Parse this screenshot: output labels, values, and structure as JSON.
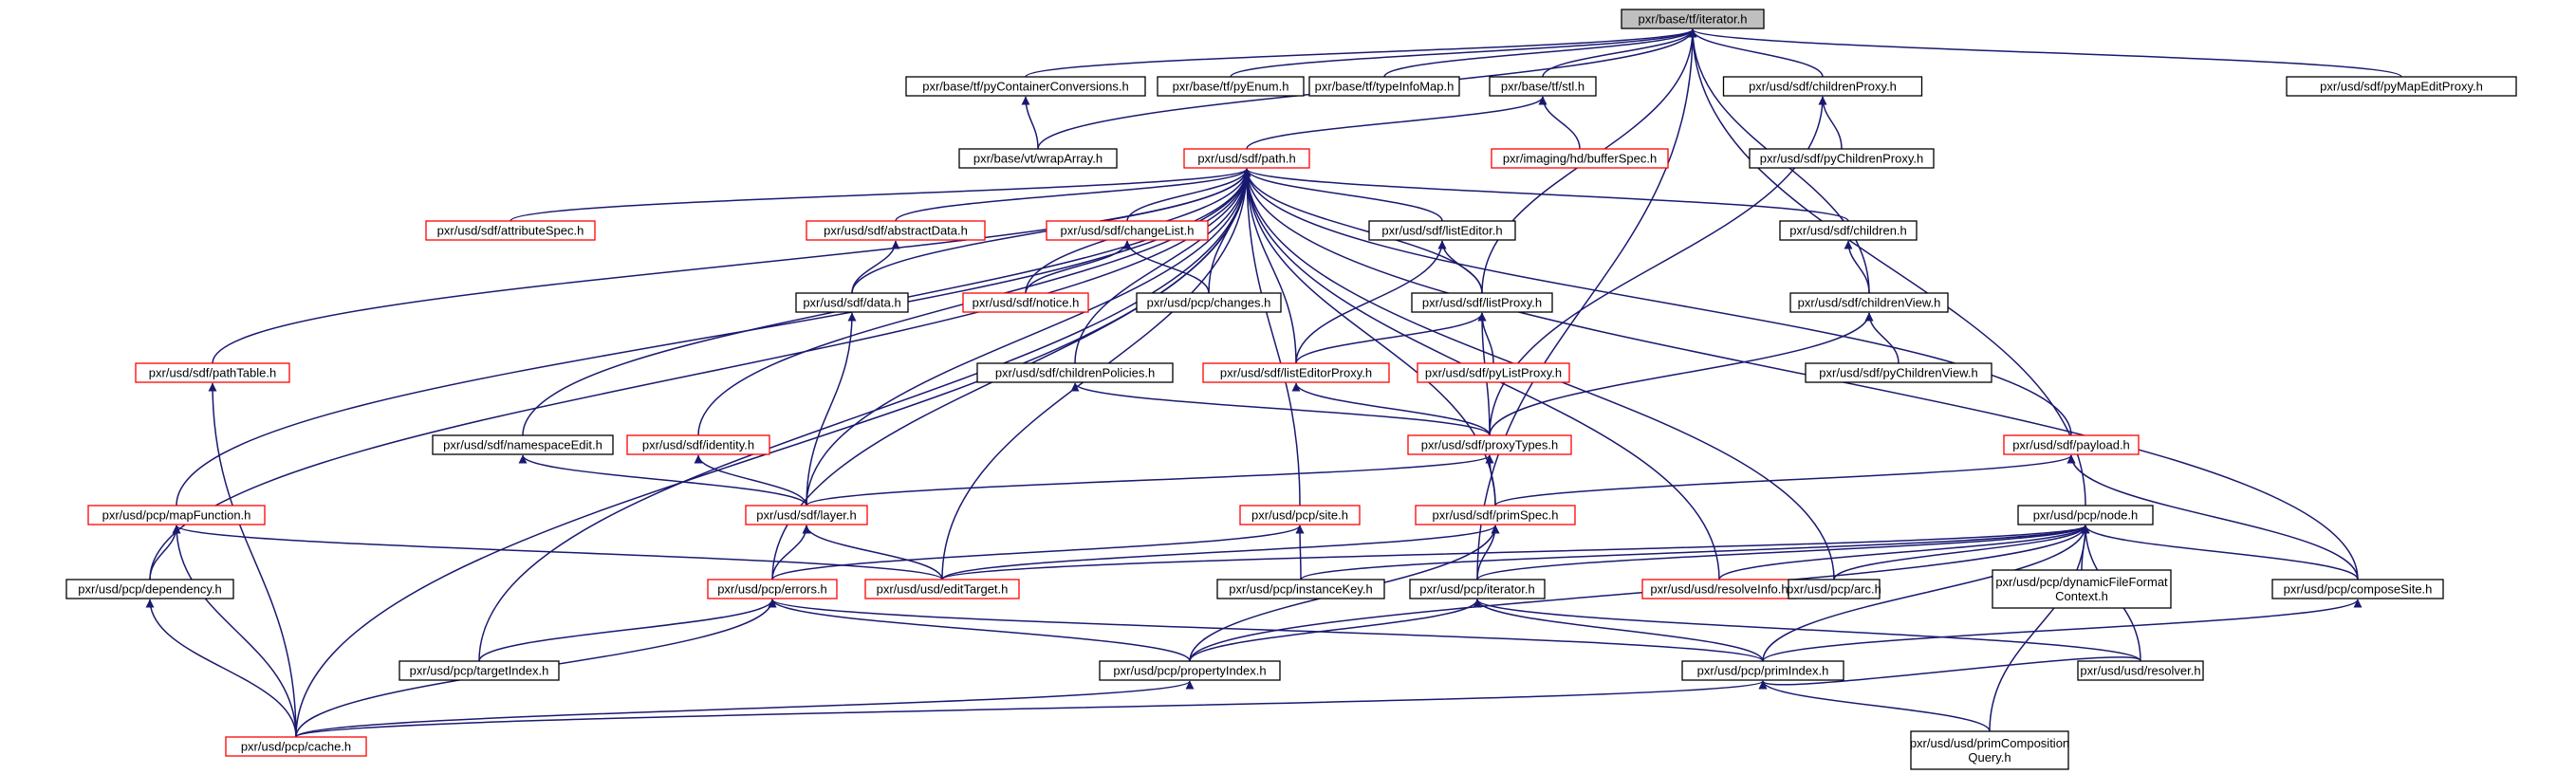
{
  "diagram": {
    "colors": {
      "edge": "#191970",
      "normal_border": "#000000",
      "red_border": "#ff0000",
      "root_fill": "#bfbfbf"
    },
    "nodes": [
      {
        "id": "iterator",
        "label": [
          "pxr/base/tf/iterator.h"
        ],
        "style": "root"
      },
      {
        "id": "pyContainerConversions",
        "label": [
          "pxr/base/tf/pyContainerConversions.h"
        ],
        "style": "normal"
      },
      {
        "id": "pyEnum",
        "label": [
          "pxr/base/tf/pyEnum.h"
        ],
        "style": "normal"
      },
      {
        "id": "typeInfoMap",
        "label": [
          "pxr/base/tf/typeInfoMap.h"
        ],
        "style": "normal"
      },
      {
        "id": "stl",
        "label": [
          "pxr/base/tf/stl.h"
        ],
        "style": "normal"
      },
      {
        "id": "childrenProxy",
        "label": [
          "pxr/usd/sdf/childrenProxy.h"
        ],
        "style": "normal"
      },
      {
        "id": "pyMapEditProxy",
        "label": [
          "pxr/usd/sdf/pyMapEditProxy.h"
        ],
        "style": "normal"
      },
      {
        "id": "wrapArray",
        "label": [
          "pxr/base/vt/wrapArray.h"
        ],
        "style": "normal"
      },
      {
        "id": "bufferSpec",
        "label": [
          "pxr/imaging/hd/bufferSpec.h"
        ],
        "style": "red"
      },
      {
        "id": "pyChildrenProxy",
        "label": [
          "pxr/usd/sdf/pyChildrenProxy.h"
        ],
        "style": "normal"
      },
      {
        "id": "path",
        "label": [
          "pxr/usd/sdf/path.h"
        ],
        "style": "red"
      },
      {
        "id": "attributeSpec",
        "label": [
          "pxr/usd/sdf/attributeSpec.h"
        ],
        "style": "red"
      },
      {
        "id": "abstractData",
        "label": [
          "pxr/usd/sdf/abstractData.h"
        ],
        "style": "red"
      },
      {
        "id": "changeList",
        "label": [
          "pxr/usd/sdf/changeList.h"
        ],
        "style": "red"
      },
      {
        "id": "listEditor",
        "label": [
          "pxr/usd/sdf/listEditor.h"
        ],
        "style": "normal"
      },
      {
        "id": "children",
        "label": [
          "pxr/usd/sdf/children.h"
        ],
        "style": "normal"
      },
      {
        "id": "data",
        "label": [
          "pxr/usd/sdf/data.h"
        ],
        "style": "normal"
      },
      {
        "id": "notice",
        "label": [
          "pxr/usd/sdf/notice.h"
        ],
        "style": "red"
      },
      {
        "id": "changes",
        "label": [
          "pxr/usd/pcp/changes.h"
        ],
        "style": "normal"
      },
      {
        "id": "listProxy",
        "label": [
          "pxr/usd/sdf/listProxy.h"
        ],
        "style": "normal"
      },
      {
        "id": "childrenView",
        "label": [
          "pxr/usd/sdf/childrenView.h"
        ],
        "style": "normal"
      },
      {
        "id": "pathTable",
        "label": [
          "pxr/usd/sdf/pathTable.h"
        ],
        "style": "red"
      },
      {
        "id": "childrenPolicies",
        "label": [
          "pxr/usd/sdf/childrenPolicies.h"
        ],
        "style": "normal"
      },
      {
        "id": "listEditorProxy",
        "label": [
          "pxr/usd/sdf/listEditorProxy.h"
        ],
        "style": "red"
      },
      {
        "id": "pyListProxy",
        "label": [
          "pxr/usd/sdf/pyListProxy.h"
        ],
        "style": "red"
      },
      {
        "id": "pyChildrenView",
        "label": [
          "pxr/usd/sdf/pyChildrenView.h"
        ],
        "style": "normal"
      },
      {
        "id": "namespaceEdit",
        "label": [
          "pxr/usd/sdf/namespaceEdit.h"
        ],
        "style": "normal"
      },
      {
        "id": "identity",
        "label": [
          "pxr/usd/sdf/identity.h"
        ],
        "style": "red"
      },
      {
        "id": "proxyTypes",
        "label": [
          "pxr/usd/sdf/proxyTypes.h"
        ],
        "style": "red"
      },
      {
        "id": "payload",
        "label": [
          "pxr/usd/sdf/payload.h"
        ],
        "style": "red"
      },
      {
        "id": "mapFunction",
        "label": [
          "pxr/usd/pcp/mapFunction.h"
        ],
        "style": "red"
      },
      {
        "id": "layer",
        "label": [
          "pxr/usd/sdf/layer.h"
        ],
        "style": "red"
      },
      {
        "id": "site",
        "label": [
          "pxr/usd/pcp/site.h"
        ],
        "style": "red"
      },
      {
        "id": "primSpec",
        "label": [
          "pxr/usd/sdf/primSpec.h"
        ],
        "style": "red"
      },
      {
        "id": "node",
        "label": [
          "pxr/usd/pcp/node.h"
        ],
        "style": "normal"
      },
      {
        "id": "dependency",
        "label": [
          "pxr/usd/pcp/dependency.h"
        ],
        "style": "normal"
      },
      {
        "id": "errors",
        "label": [
          "pxr/usd/pcp/errors.h"
        ],
        "style": "red"
      },
      {
        "id": "editTarget",
        "label": [
          "pxr/usd/usd/editTarget.h"
        ],
        "style": "red"
      },
      {
        "id": "instanceKey",
        "label": [
          "pxr/usd/pcp/instanceKey.h"
        ],
        "style": "normal"
      },
      {
        "id": "pcpIterator",
        "label": [
          "pxr/usd/pcp/iterator.h"
        ],
        "style": "normal"
      },
      {
        "id": "resolveInfo",
        "label": [
          "pxr/usd/usd/resolveInfo.h"
        ],
        "style": "red"
      },
      {
        "id": "arc",
        "label": [
          "pxr/usd/pcp/arc.h"
        ],
        "style": "normal"
      },
      {
        "id": "dynamicFileFormatContext",
        "label": [
          "pxr/usd/pcp/dynamicFileFormat",
          "Context.h"
        ],
        "style": "normal"
      },
      {
        "id": "composeSite",
        "label": [
          "pxr/usd/pcp/composeSite.h"
        ],
        "style": "normal"
      },
      {
        "id": "targetIndex",
        "label": [
          "pxr/usd/pcp/targetIndex.h"
        ],
        "style": "normal"
      },
      {
        "id": "propertyIndex",
        "label": [
          "pxr/usd/pcp/propertyIndex.h"
        ],
        "style": "normal"
      },
      {
        "id": "primIndex",
        "label": [
          "pxr/usd/pcp/primIndex.h"
        ],
        "style": "normal"
      },
      {
        "id": "resolver",
        "label": [
          "pxr/usd/usd/resolver.h"
        ],
        "style": "normal"
      },
      {
        "id": "cache",
        "label": [
          "pxr/usd/pcp/cache.h"
        ],
        "style": "red"
      },
      {
        "id": "primCompositionQuery",
        "label": [
          "pxr/usd/usd/primComposition",
          "Query.h"
        ],
        "style": "normal"
      }
    ],
    "edges": [
      [
        "pyContainerConversions",
        "iterator"
      ],
      [
        "pyEnum",
        "iterator"
      ],
      [
        "typeInfoMap",
        "iterator"
      ],
      [
        "stl",
        "iterator"
      ],
      [
        "childrenProxy",
        "iterator"
      ],
      [
        "pyMapEditProxy",
        "iterator"
      ],
      [
        "wrapArray",
        "iterator"
      ],
      [
        "listProxy",
        "iterator"
      ],
      [
        "childrenView",
        "iterator"
      ],
      [
        "node",
        "iterator"
      ],
      [
        "pcpIterator",
        "iterator"
      ],
      [
        "wrapArray",
        "pyContainerConversions"
      ],
      [
        "path",
        "stl"
      ],
      [
        "bufferSpec",
        "stl"
      ],
      [
        "pyChildrenProxy",
        "childrenProxy"
      ],
      [
        "proxyTypes",
        "childrenProxy"
      ],
      [
        "attributeSpec",
        "path"
      ],
      [
        "abstractData",
        "path"
      ],
      [
        "changeList",
        "path"
      ],
      [
        "listEditor",
        "path"
      ],
      [
        "children",
        "path"
      ],
      [
        "data",
        "path"
      ],
      [
        "notice",
        "path"
      ],
      [
        "changes",
        "path"
      ],
      [
        "listProxy",
        "path"
      ],
      [
        "childrenPolicies",
        "path"
      ],
      [
        "listEditorProxy",
        "path"
      ],
      [
        "namespaceEdit",
        "path"
      ],
      [
        "identity",
        "path"
      ],
      [
        "pathTable",
        "path"
      ],
      [
        "mapFunction",
        "path"
      ],
      [
        "dependency",
        "path"
      ],
      [
        "layer",
        "path"
      ],
      [
        "site",
        "path"
      ],
      [
        "primSpec",
        "path"
      ],
      [
        "payload",
        "path"
      ],
      [
        "errors",
        "path"
      ],
      [
        "editTarget",
        "path"
      ],
      [
        "targetIndex",
        "path"
      ],
      [
        "cache",
        "path"
      ],
      [
        "resolveInfo",
        "path"
      ],
      [
        "arc",
        "path"
      ],
      [
        "composeSite",
        "path"
      ],
      [
        "data",
        "abstractData"
      ],
      [
        "notice",
        "changeList"
      ],
      [
        "changes",
        "changeList"
      ],
      [
        "listProxy",
        "listEditor"
      ],
      [
        "listEditorProxy",
        "listEditor"
      ],
      [
        "childrenView",
        "children"
      ],
      [
        "layer",
        "data"
      ],
      [
        "listEditorProxy",
        "listProxy"
      ],
      [
        "proxyTypes",
        "listProxy"
      ],
      [
        "pyListProxy",
        "listProxy"
      ],
      [
        "pyChildrenView",
        "childrenView"
      ],
      [
        "proxyTypes",
        "childrenView"
      ],
      [
        "proxyTypes",
        "childrenPolicies"
      ],
      [
        "proxyTypes",
        "listEditorProxy"
      ],
      [
        "cache",
        "pathTable"
      ],
      [
        "layer",
        "namespaceEdit"
      ],
      [
        "layer",
        "identity"
      ],
      [
        "layer",
        "proxyTypes"
      ],
      [
        "primSpec",
        "proxyTypes"
      ],
      [
        "primSpec",
        "payload"
      ],
      [
        "composeSite",
        "payload"
      ],
      [
        "dependency",
        "mapFunction"
      ],
      [
        "cache",
        "mapFunction"
      ],
      [
        "editTarget",
        "mapFunction"
      ],
      [
        "errors",
        "layer"
      ],
      [
        "editTarget",
        "layer"
      ],
      [
        "errors",
        "site"
      ],
      [
        "instanceKey",
        "site"
      ],
      [
        "editTarget",
        "primSpec"
      ],
      [
        "pcpIterator",
        "primSpec"
      ],
      [
        "propertyIndex",
        "primSpec"
      ],
      [
        "editTarget",
        "node"
      ],
      [
        "instanceKey",
        "node"
      ],
      [
        "pcpIterator",
        "node"
      ],
      [
        "resolveInfo",
        "node"
      ],
      [
        "arc",
        "node"
      ],
      [
        "dynamicFileFormatContext",
        "node"
      ],
      [
        "composeSite",
        "node"
      ],
      [
        "propertyIndex",
        "node"
      ],
      [
        "primIndex",
        "node"
      ],
      [
        "resolver",
        "node"
      ],
      [
        "primCompositionQuery",
        "node"
      ],
      [
        "cache",
        "dependency"
      ],
      [
        "targetIndex",
        "errors"
      ],
      [
        "propertyIndex",
        "errors"
      ],
      [
        "primIndex",
        "errors"
      ],
      [
        "cache",
        "errors"
      ],
      [
        "propertyIndex",
        "pcpIterator"
      ],
      [
        "primIndex",
        "pcpIterator"
      ],
      [
        "resolver",
        "pcpIterator"
      ],
      [
        "primIndex",
        "composeSite"
      ],
      [
        "cache",
        "propertyIndex"
      ],
      [
        "cache",
        "primIndex"
      ],
      [
        "primCompositionQuery",
        "primIndex"
      ],
      [
        "resolver",
        "primIndex"
      ]
    ]
  }
}
